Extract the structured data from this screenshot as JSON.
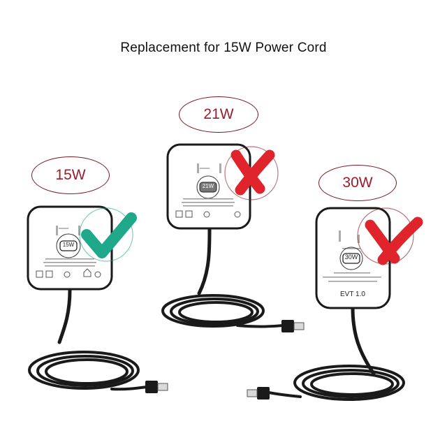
{
  "title": "Replacement for 15W  Power Cord",
  "adapters": [
    {
      "wattage_label": "15W",
      "badge": "15W",
      "verdict": "compatible",
      "verdict_icon": "checkmark-icon",
      "verdict_color": "#1fa98a"
    },
    {
      "wattage_label": "21W",
      "badge": "21W",
      "verdict": "incompatible",
      "verdict_icon": "x-mark-icon",
      "verdict_color": "#e0242c"
    },
    {
      "wattage_label": "30W",
      "badge": "30W",
      "verdict": "incompatible",
      "verdict_icon": "x-mark-icon",
      "verdict_color": "#e0242c",
      "footer_text": "EVT 1.0"
    }
  ],
  "colors": {
    "oval_border": "#7a1a24",
    "oval_text": "#9e1b2c",
    "cable": "#1a1a1a"
  }
}
